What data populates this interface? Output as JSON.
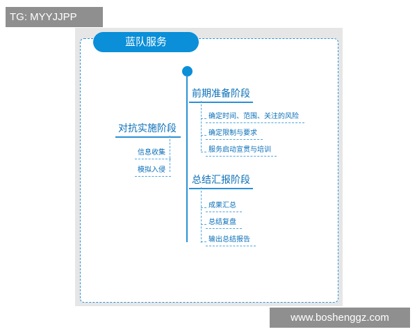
{
  "badge": {
    "text": "TG: MYYJJPP"
  },
  "title": {
    "text": "蓝队服务"
  },
  "phases": {
    "prep": {
      "label": "前期准备阶段",
      "items": [
        "确定时间、范围、关注的风险",
        "确定限制与要求",
        "服务启动宣贯与培训"
      ]
    },
    "attack": {
      "label": "对抗实施阶段",
      "items": [
        "信息收集",
        "模拟入侵"
      ]
    },
    "summary": {
      "label": "总结汇报阶段",
      "items": [
        "成果汇总",
        "总结复盘",
        "输出总结报告"
      ]
    }
  },
  "watermark": {
    "text": "www.boshenggz.com"
  },
  "colors": {
    "accent": "#0a8fd8",
    "line": "#2a8fd6",
    "text": "#0a6fb8",
    "frame": "#e6e6e6"
  }
}
